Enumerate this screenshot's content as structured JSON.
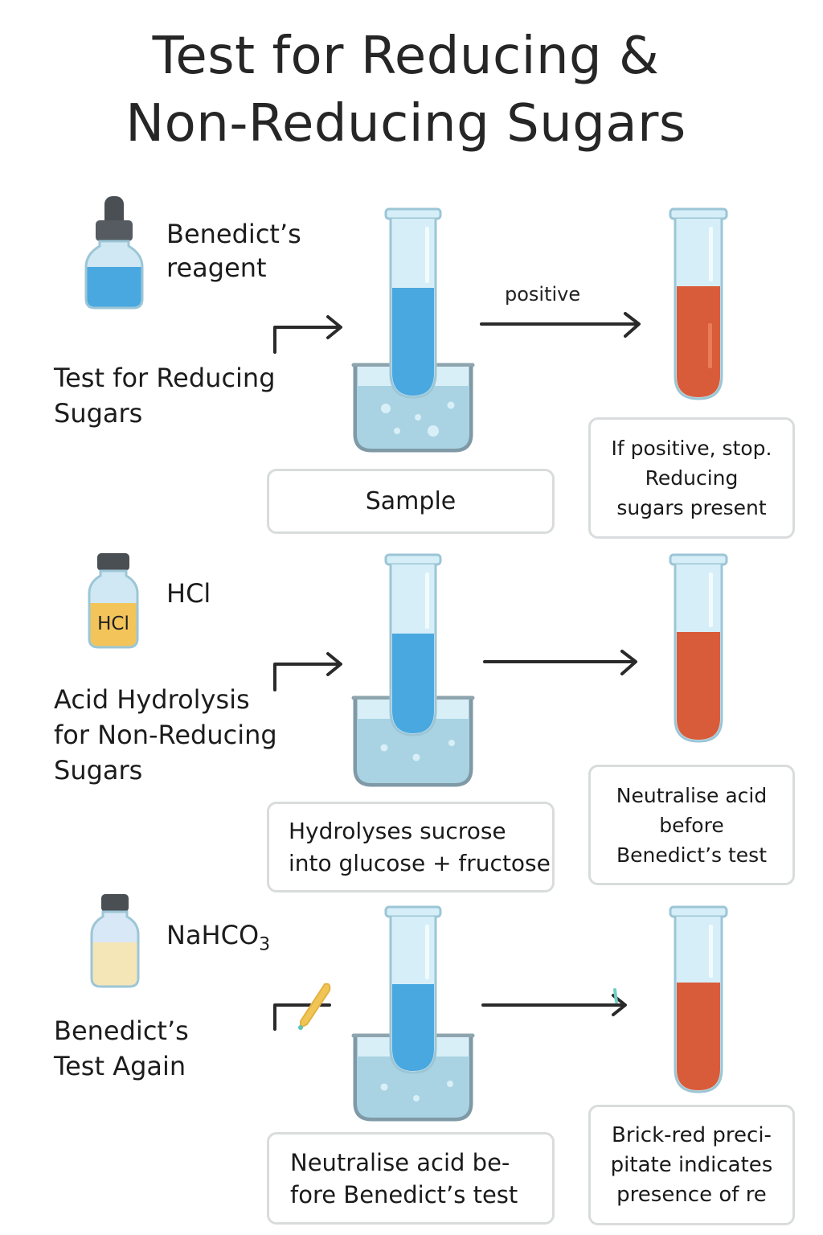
{
  "title": {
    "line1": "Test for Reducing &",
    "line2": "Non-Reducing Sugars"
  },
  "colors": {
    "benedict_blue": "#4aa8e0",
    "brick_red": "#d95c3a",
    "hcl_yellow": "#f2c45a",
    "nahco3_cream": "#f5e6b8",
    "glass": "#d6eef8",
    "beaker_water": "#a9d3e3",
    "cap_gray": "#4a4f54",
    "arrow": "#2a2a2a"
  },
  "rows": [
    {
      "reagent_icon": "dropper-bottle-icon",
      "reagent_label_line1": "Benedict’s",
      "reagent_label_line2": "reagent",
      "step_label_lines": [
        "Test for Reducing",
        "Sugars"
      ],
      "arrow_label": "positive",
      "middle_box": "Sample",
      "result_box": "If positive, stop.\nReducing\nsugars present"
    },
    {
      "reagent_icon": "hcl-bottle-icon",
      "bottle_text": "HCl",
      "reagent_label_line1": "HCl",
      "step_label_lines": [
        "Acid Hydrolysis",
        "for Non-Reducing",
        "Sugars"
      ],
      "arrow_label": "",
      "middle_box": "Hydrolyses sucrose\ninto glucose + fructose",
      "result_box": "Neutralise acid\nbefore\nBenedict’s test"
    },
    {
      "reagent_icon": "nahco3-bottle-icon",
      "reagent_label_main": "NaHCO",
      "reagent_label_sub": "3",
      "step_label_lines": [
        "Benedict’s",
        "Test Again"
      ],
      "arrow_label": "",
      "middle_box": "Neutralise acid be-\nfore Benedict’s test",
      "result_box": "Brick-red preci-\npitate indicates\npresence of re"
    }
  ]
}
